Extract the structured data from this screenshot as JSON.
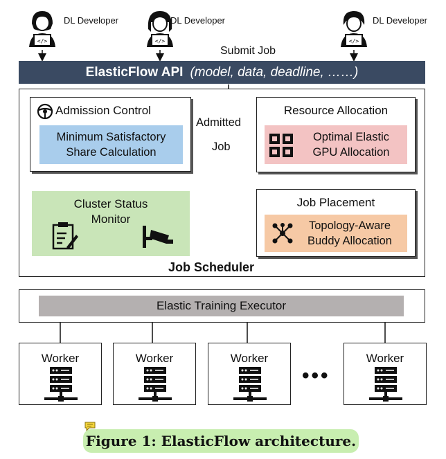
{
  "developers": [
    {
      "label": "DL Developer"
    },
    {
      "label": "DL Developer"
    },
    {
      "label": "DL Developer"
    }
  ],
  "submit_job": "Submit Job",
  "api": {
    "name": "ElasticFlow API",
    "params": "(model, data, deadline, ……)"
  },
  "admission": {
    "title": "Admission Control",
    "sub_line1": "Minimum Satisfactory",
    "sub_line2": "Share Calculation"
  },
  "admitted_line1": "Admitted",
  "admitted_line2": "Job",
  "resource": {
    "title": "Resource Allocation",
    "sub_line1": "Optimal Elastic",
    "sub_line2": "GPU Allocation"
  },
  "cluster": {
    "line1": "Cluster Status",
    "line2": "Monitor"
  },
  "placement": {
    "title": "Job Placement",
    "sub_line1": "Topology-Aware",
    "sub_line2": "Buddy Allocation"
  },
  "scheduler_label": "Job Scheduler",
  "executor_label": "Elastic Training Executor",
  "workers": [
    "Worker",
    "Worker",
    "Worker",
    "Worker"
  ],
  "ellipsis": "•••",
  "caption": "Figure 1: ElasticFlow architecture.",
  "colors": {
    "api_bar": "#3a4a62",
    "blue_box": "#a9cdec",
    "pink_box": "#f3c3c3",
    "green_box": "#c9e5b8",
    "orange_box": "#f6c9a5",
    "executor": "#b4b0b0",
    "caption_bg": "#c8eeb0"
  }
}
